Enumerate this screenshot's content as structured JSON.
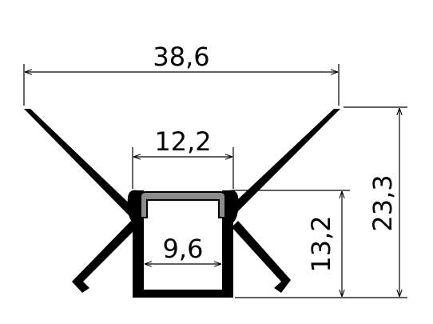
{
  "dimensions": {
    "overall_width": "38,6",
    "inner_top_width": "12,2",
    "inner_bottom_width": "9,6",
    "channel_height": "13,2",
    "overall_height": "23,3"
  },
  "colors": {
    "profile": "#000000",
    "diffuser": "#8c8c8c",
    "dimension_line": "#000000",
    "background": "#ffffff"
  }
}
